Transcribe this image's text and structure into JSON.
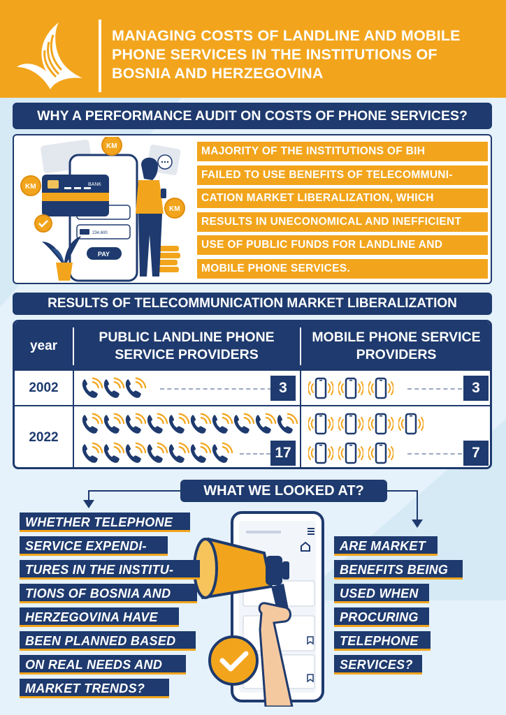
{
  "header": {
    "title": "MANAGING COSTS OF LANDLINE AND MOBILE PHONE SERVICES IN THE INSTITUTIONS OF BOSNIA AND HERZEGOVINA"
  },
  "why": {
    "heading": "WHY A PERFORMANCE AUDIT ON COSTS OF PHONE SERVICES?",
    "lines": [
      "MAJORITY OF THE INSTITUTIONS OF BIH",
      "FAILED TO USE BENEFITS OF TELECOMMUNI-",
      "CATION MARKET LIBERALIZATION, WHICH",
      "RESULTS IN UNECONOMICAL AND INEFFICIENT",
      "USE OF PUBLIC FUNDS FOR LANDLINE AND",
      "MOBILE PHONE SERVICES."
    ],
    "illustration": {
      "coin_label": "KM",
      "card_label": "BANK",
      "pay_label": "PAY",
      "amount_label": "234.600"
    }
  },
  "results": {
    "heading": "RESULTS OF TELECOMMUNICATION MARKET LIBERALIZATION",
    "columns": {
      "year": "year",
      "landline": "PUBLIC LANDLINE PHONE SERVICE PROVIDERS",
      "mobile": "MOBILE PHONE SERVICE PROVIDERS"
    },
    "rows": [
      {
        "year": "2002",
        "landline_count": "3",
        "mobile_count": "3"
      },
      {
        "year": "2022",
        "landline_count": "17",
        "mobile_count": "7"
      }
    ]
  },
  "looked_at": {
    "heading": "WHAT WE LOOKED AT?",
    "left_lines": [
      "WHETHER TELEPHONE",
      "SERVICE EXPENDI-",
      "TURES IN THE INSTITU-",
      "TIONS OF BOSNIA AND",
      "HERZEGOVINA HAVE",
      "BEEN PLANNED BASED",
      "ON REAL NEEDS AND",
      "MARKET TRENDS?"
    ],
    "right_lines": [
      "ARE MARKET",
      "BENEFITS BEING",
      "USED WHEN",
      "PROCURING",
      "TELEPHONE",
      "SERVICES?"
    ]
  },
  "colors": {
    "navy": "#1e3a6e",
    "orange": "#f2a51c",
    "light_blue": "#e5f2fb"
  }
}
